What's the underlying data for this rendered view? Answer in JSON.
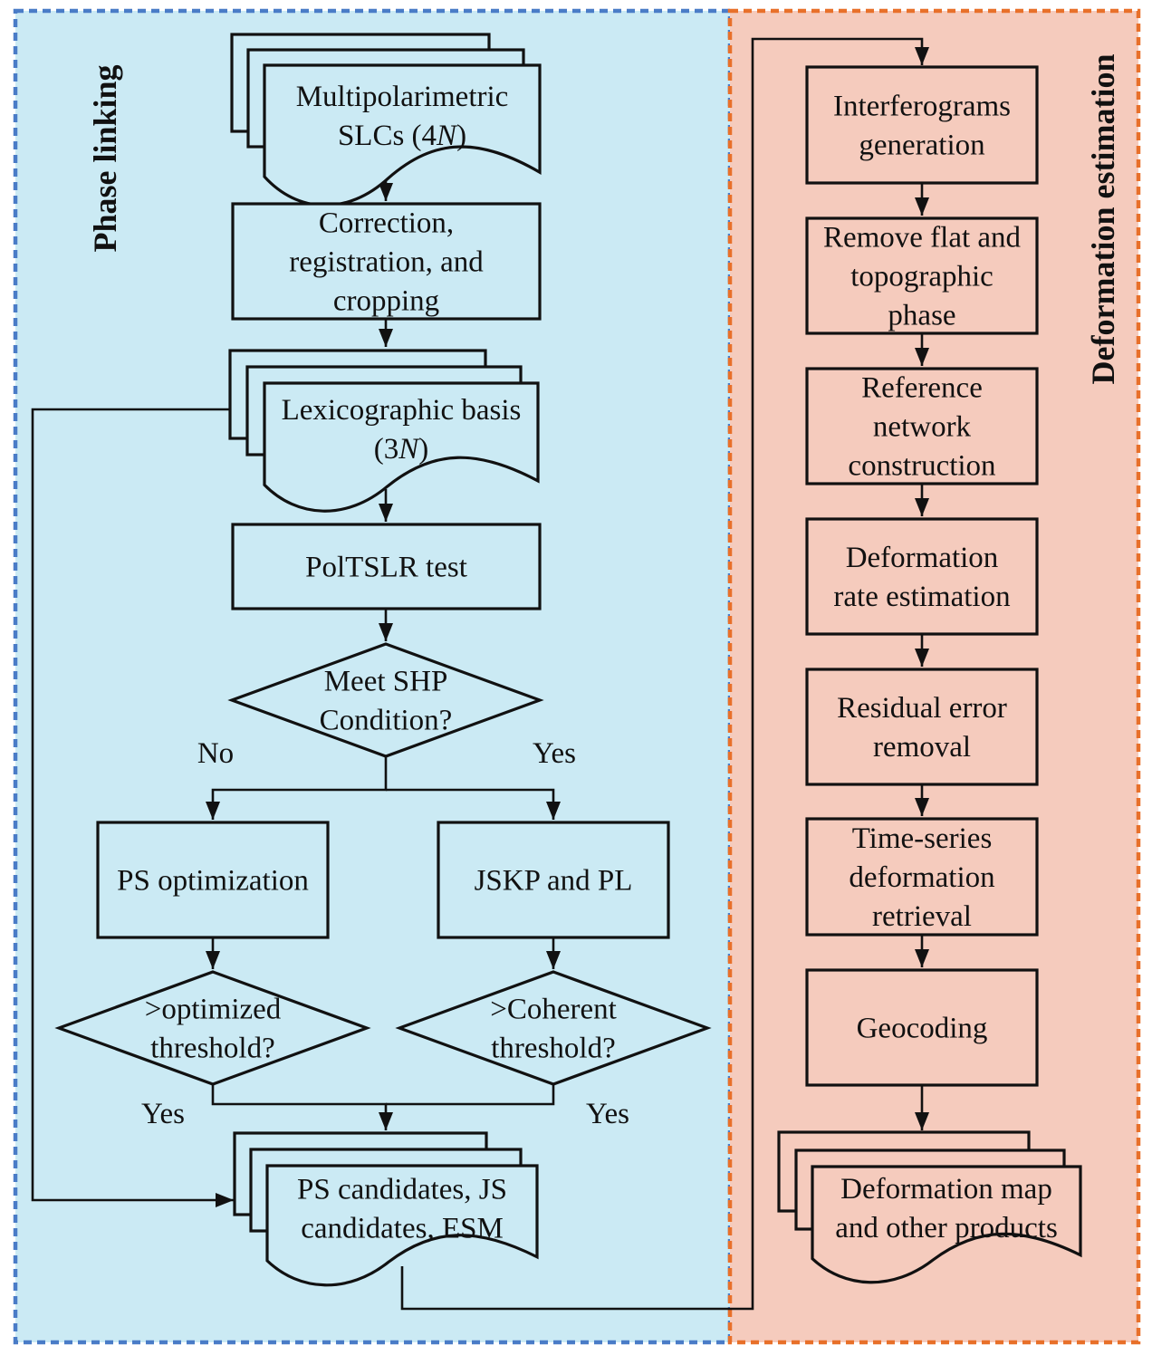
{
  "figure": {
    "kind": "flowchart",
    "panels": [
      {
        "id": "phase-linking",
        "title": "Phase linking",
        "fill": "#cbeaf4",
        "border": "#4a7cc7"
      },
      {
        "id": "deformation-estimation",
        "title": "Deformation estimation",
        "fill": "#f5cbbd",
        "border": "#e8702a"
      }
    ],
    "nodes": [
      {
        "id": "slcs",
        "panel": "phase-linking",
        "shape": "multi-document",
        "lines": [
          [
            {
              "t": "Multipolarimetric"
            }
          ],
          [
            {
              "t": "SLCs (4"
            },
            {
              "t": "N",
              "i": true
            },
            {
              "t": ")"
            }
          ]
        ]
      },
      {
        "id": "correction",
        "panel": "phase-linking",
        "shape": "process",
        "lines": [
          [
            {
              "t": "Correction,"
            }
          ],
          [
            {
              "t": "registration, and"
            }
          ],
          [
            {
              "t": "cropping"
            }
          ]
        ]
      },
      {
        "id": "lexico",
        "panel": "phase-linking",
        "shape": "multi-document",
        "lines": [
          [
            {
              "t": "Lexicographic basis"
            }
          ],
          [
            {
              "t": "(3"
            },
            {
              "t": "N",
              "i": true
            },
            {
              "t": ")"
            }
          ]
        ]
      },
      {
        "id": "poltslr",
        "panel": "phase-linking",
        "shape": "process",
        "lines": [
          [
            {
              "t": "PolTSLR test"
            }
          ]
        ]
      },
      {
        "id": "shp",
        "panel": "phase-linking",
        "shape": "decision",
        "lines": [
          [
            {
              "t": "Meet SHP"
            }
          ],
          [
            {
              "t": "Condition?"
            }
          ]
        ]
      },
      {
        "id": "psopt",
        "panel": "phase-linking",
        "shape": "process",
        "lines": [
          [
            {
              "t": "PS optimization"
            }
          ]
        ]
      },
      {
        "id": "jskp",
        "panel": "phase-linking",
        "shape": "process",
        "lines": [
          [
            {
              "t": "JSKP and PL"
            }
          ]
        ]
      },
      {
        "id": "optthr",
        "panel": "phase-linking",
        "shape": "decision",
        "lines": [
          [
            {
              "t": ">optimized"
            }
          ],
          [
            {
              "t": "threshold?"
            }
          ]
        ]
      },
      {
        "id": "cohthr",
        "panel": "phase-linking",
        "shape": "decision",
        "lines": [
          [
            {
              "t": ">Coherent"
            }
          ],
          [
            {
              "t": "threshold?"
            }
          ]
        ]
      },
      {
        "id": "candidates",
        "panel": "phase-linking",
        "shape": "multi-document",
        "lines": [
          [
            {
              "t": "PS candidates, JS"
            }
          ],
          [
            {
              "t": "candidates, ESM"
            }
          ]
        ]
      },
      {
        "id": "interf",
        "panel": "deformation-estimation",
        "shape": "process",
        "lines": [
          [
            {
              "t": "Interferograms"
            }
          ],
          [
            {
              "t": "generation"
            }
          ]
        ]
      },
      {
        "id": "flat",
        "panel": "deformation-estimation",
        "shape": "process",
        "lines": [
          [
            {
              "t": "Remove flat and"
            }
          ],
          [
            {
              "t": "topographic"
            }
          ],
          [
            {
              "t": "phase"
            }
          ]
        ]
      },
      {
        "id": "refnet",
        "panel": "deformation-estimation",
        "shape": "process",
        "lines": [
          [
            {
              "t": "Reference"
            }
          ],
          [
            {
              "t": "network"
            }
          ],
          [
            {
              "t": "construction"
            }
          ]
        ]
      },
      {
        "id": "rate",
        "panel": "deformation-estimation",
        "shape": "process",
        "lines": [
          [
            {
              "t": "Deformation"
            }
          ],
          [
            {
              "t": "rate estimation"
            }
          ]
        ]
      },
      {
        "id": "residual",
        "panel": "deformation-estimation",
        "shape": "process",
        "lines": [
          [
            {
              "t": "Residual error"
            }
          ],
          [
            {
              "t": "removal"
            }
          ]
        ]
      },
      {
        "id": "timeseries",
        "panel": "deformation-estimation",
        "shape": "process",
        "lines": [
          [
            {
              "t": "Time-series"
            }
          ],
          [
            {
              "t": "deformation"
            }
          ],
          [
            {
              "t": "retrieval"
            }
          ]
        ]
      },
      {
        "id": "geocoding",
        "panel": "deformation-estimation",
        "shape": "process",
        "lines": [
          [
            {
              "t": "Geocoding"
            }
          ]
        ]
      },
      {
        "id": "products",
        "panel": "deformation-estimation",
        "shape": "multi-document",
        "lines": [
          [
            {
              "t": "Deformation map"
            }
          ],
          [
            {
              "t": "and other products"
            }
          ]
        ]
      }
    ],
    "edges": [
      {
        "from": "slcs",
        "to": "correction",
        "label": ""
      },
      {
        "from": "correction",
        "to": "lexico",
        "label": ""
      },
      {
        "from": "lexico",
        "to": "poltslr",
        "label": ""
      },
      {
        "from": "poltslr",
        "to": "shp",
        "label": ""
      },
      {
        "from": "shp",
        "to": "psopt",
        "label": "No"
      },
      {
        "from": "shp",
        "to": "jskp",
        "label": "Yes"
      },
      {
        "from": "psopt",
        "to": "optthr",
        "label": ""
      },
      {
        "from": "jskp",
        "to": "cohthr",
        "label": ""
      },
      {
        "from": "optthr",
        "to": "candidates",
        "label": "Yes"
      },
      {
        "from": "cohthr",
        "to": "candidates",
        "label": "Yes"
      },
      {
        "from": "lexico",
        "to": "candidates",
        "label": ""
      },
      {
        "from": "candidates",
        "to": "interf",
        "label": ""
      },
      {
        "from": "interf",
        "to": "flat",
        "label": ""
      },
      {
        "from": "flat",
        "to": "refnet",
        "label": ""
      },
      {
        "from": "refnet",
        "to": "rate",
        "label": ""
      },
      {
        "from": "rate",
        "to": "residual",
        "label": ""
      },
      {
        "from": "residual",
        "to": "timeseries",
        "label": ""
      },
      {
        "from": "timeseries",
        "to": "geocoding",
        "label": ""
      },
      {
        "from": "geocoding",
        "to": "products",
        "label": ""
      }
    ]
  }
}
